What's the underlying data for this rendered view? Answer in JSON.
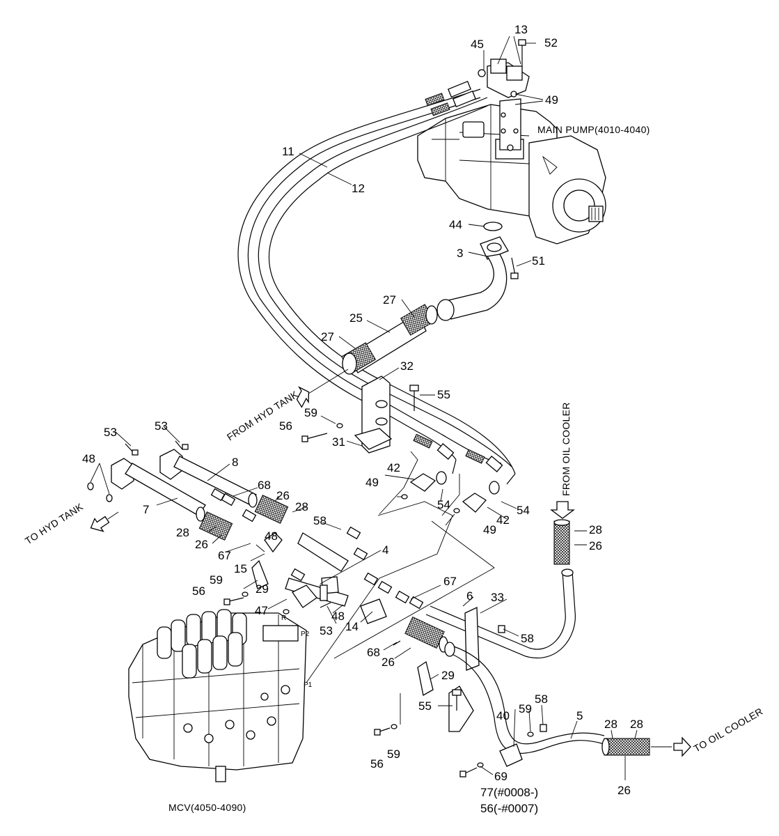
{
  "labels": {
    "main_pump": "MAIN PUMP(4010-4040)",
    "mcv": "MCV(4050-4090)",
    "from_hyd_tank": "FROM HYD TANK",
    "to_hyd_tank": "TO HYD TANK",
    "from_oil_cooler": "FROM OIL COOLER",
    "to_oil_cooler": "TO OIL COOLER",
    "note_77": "77(#0008-)",
    "note_56": "56(-#0007)",
    "port_r": "R",
    "port_p2": "P2",
    "port_p1": "P1"
  },
  "part_numbers": {
    "n13": "13",
    "n52": "52",
    "n45": "45",
    "n49a": "49",
    "n11": "11",
    "n12": "12",
    "n44": "44",
    "n3": "3",
    "n51": "51",
    "n27a": "27",
    "n25": "25",
    "n27b": "27",
    "n32": "32",
    "n55a": "55",
    "n59a": "59",
    "n56a": "56",
    "n31": "31",
    "n53a": "53",
    "n53b": "53",
    "n48a": "48",
    "n8": "8",
    "n7": "7",
    "n68a": "68",
    "n26a": "26",
    "n28a": "28",
    "n28b": "28",
    "n26b": "26",
    "n58a": "58",
    "n67a": "67",
    "n48b": "48",
    "n15": "15",
    "n42a": "42",
    "n49b": "49",
    "n54a": "54",
    "n54b": "54",
    "n42b": "42",
    "n49c": "49",
    "n4": "4",
    "n59b": "59",
    "n56b": "56",
    "n29a": "29",
    "n47": "47",
    "n48c": "48",
    "n53c": "53",
    "n14": "14",
    "n67b": "67",
    "n6": "6",
    "n33": "33",
    "n58b": "58",
    "n68b": "68",
    "n26c": "26",
    "n29b": "29",
    "n55b": "55",
    "n56c": "56",
    "n59c": "59",
    "n40": "40",
    "n59d": "59",
    "n58c": "58",
    "n5": "5",
    "n28c": "28",
    "n28d": "28",
    "n69": "69",
    "n26d": "26",
    "n28e": "28",
    "n26e": "26"
  }
}
